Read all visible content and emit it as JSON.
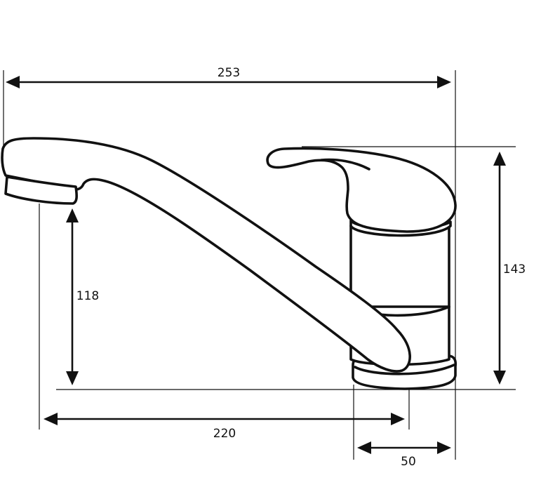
{
  "diagram": {
    "dimensions": {
      "total_width": "253",
      "spout_height": "118",
      "total_height": "143",
      "spout_reach": "220",
      "base_diameter": "50"
    },
    "colors": {
      "line": "#111111",
      "background": "#ffffff"
    }
  }
}
